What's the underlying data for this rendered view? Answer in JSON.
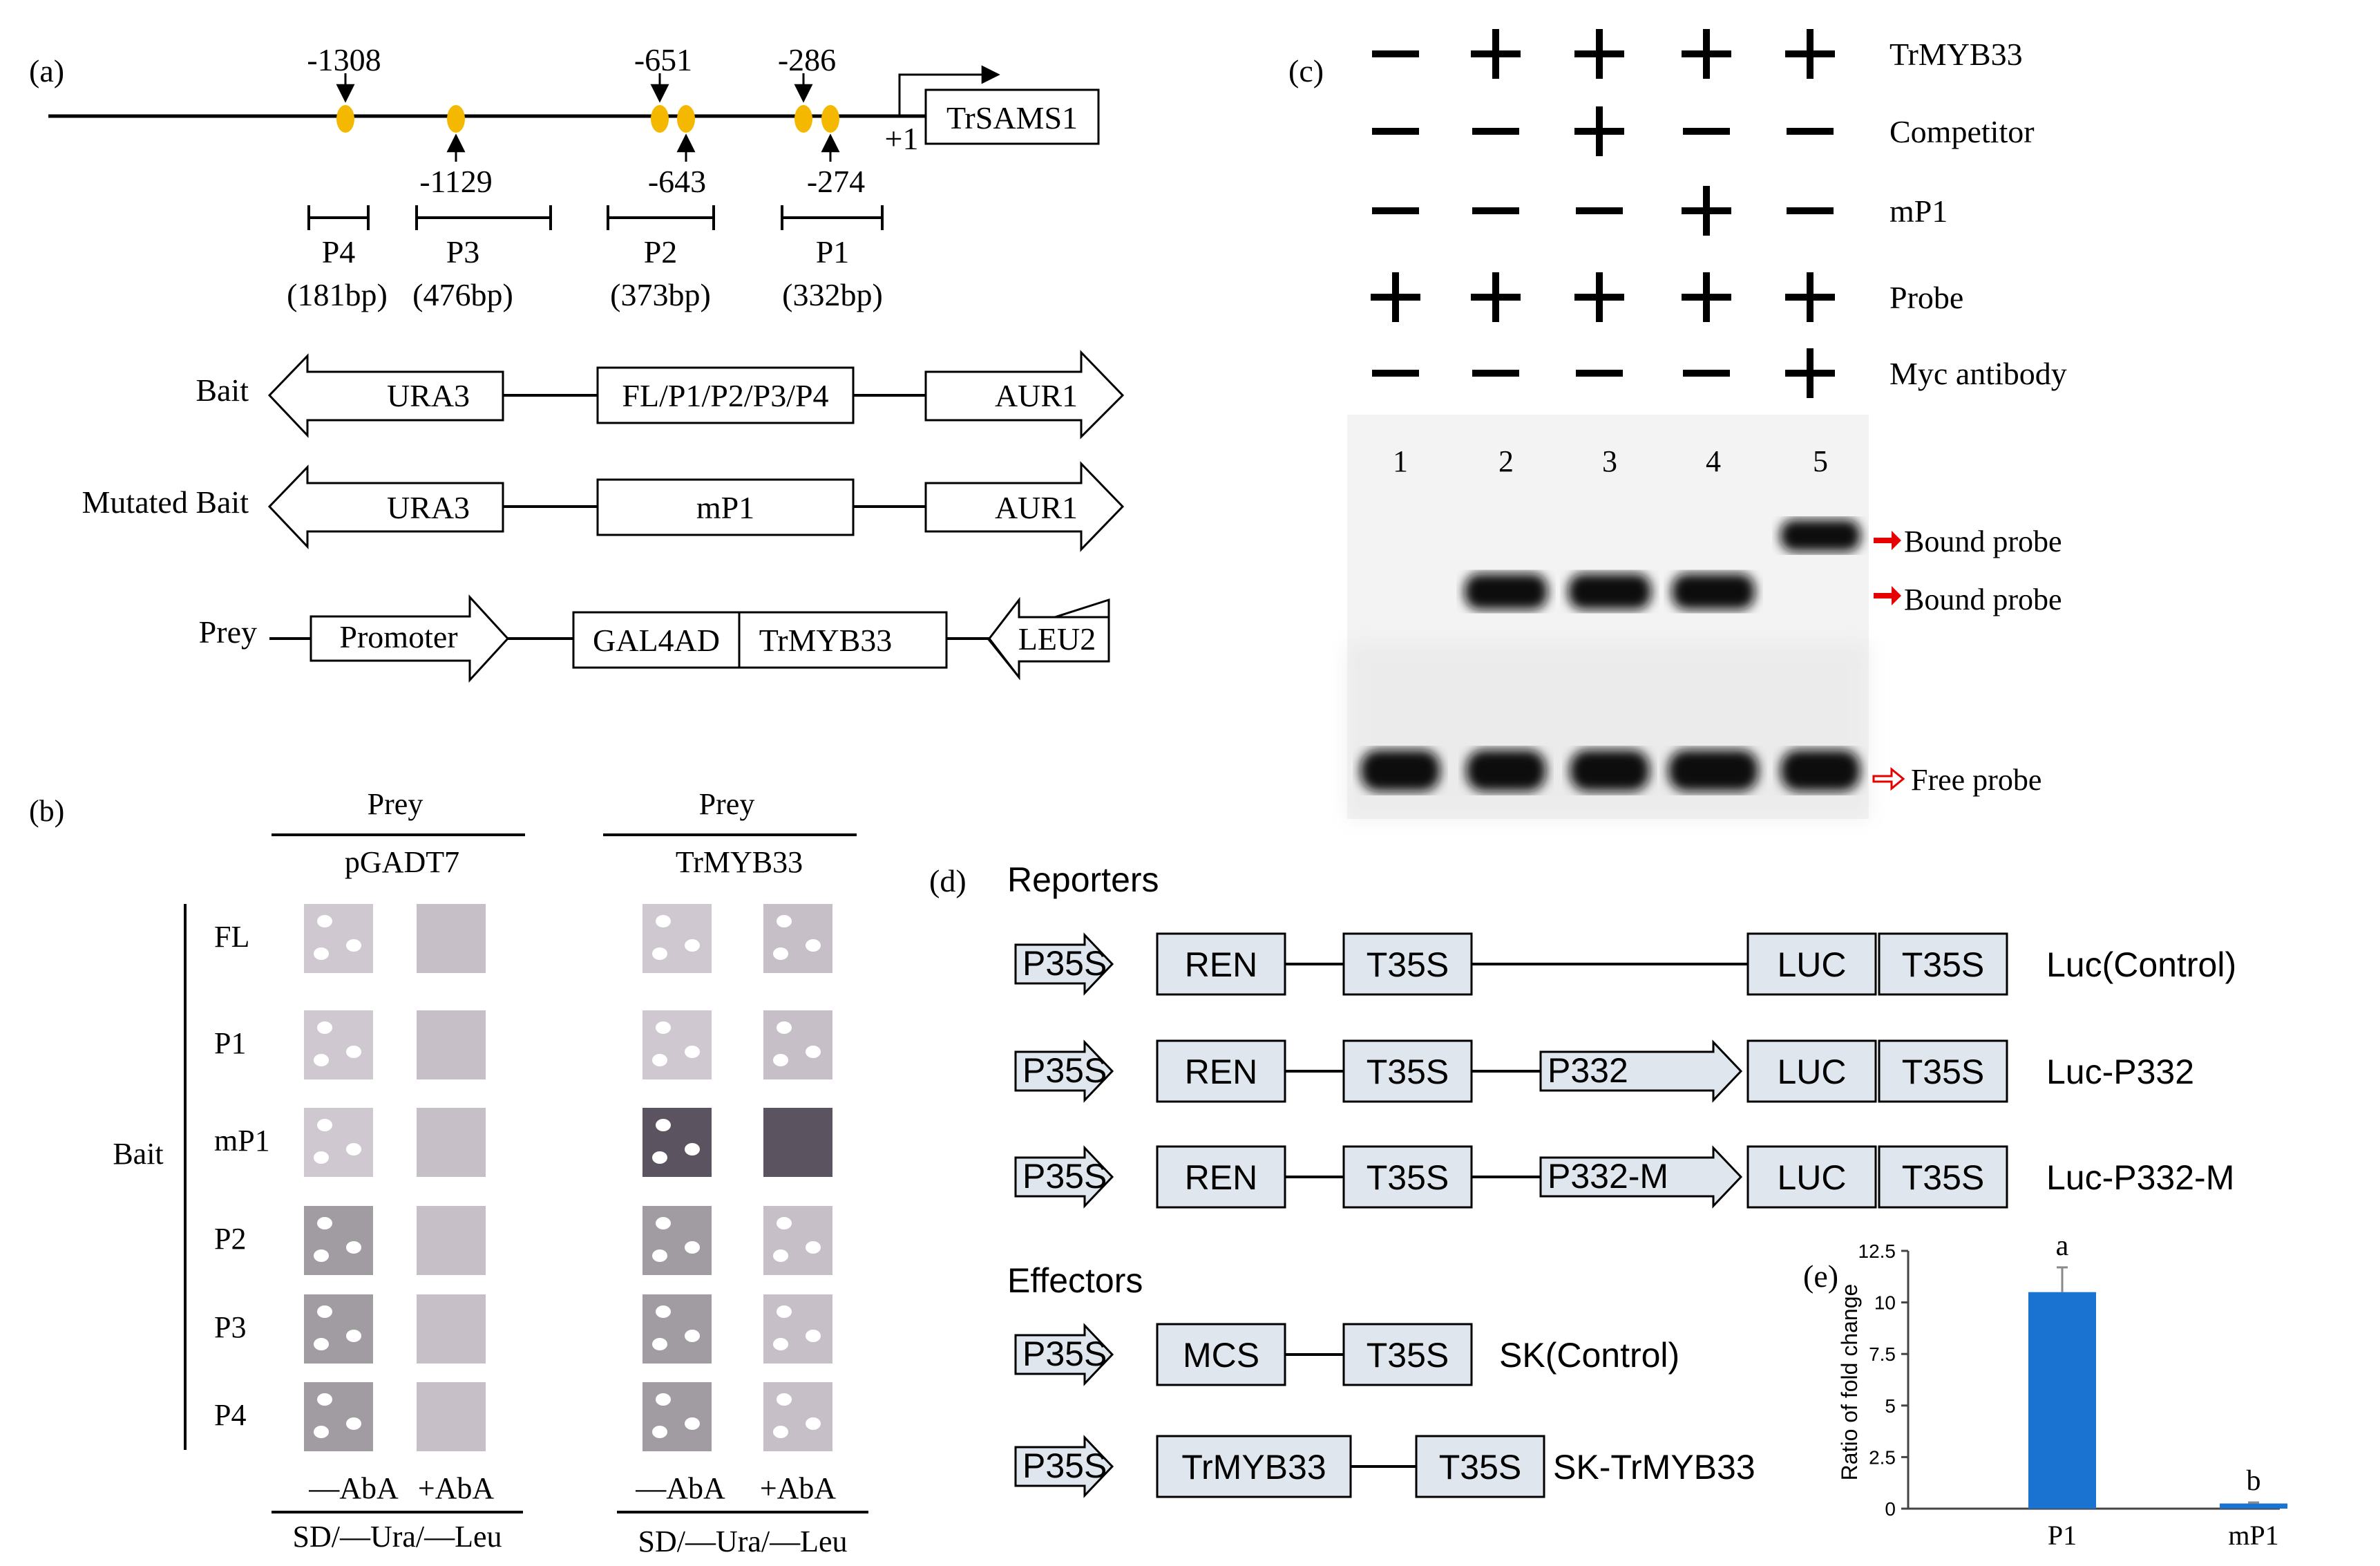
{
  "panel_a": {
    "label": "(a)",
    "gene": "TrSAMS1",
    "tss": "+1",
    "positions_above": [
      "-1308",
      "-651",
      "-286"
    ],
    "positions_below": [
      "-1129",
      "-643",
      "-274"
    ],
    "fragments": [
      {
        "name": "P4",
        "size": "(181bp)"
      },
      {
        "name": "P3",
        "size": "(476bp)"
      },
      {
        "name": "P2",
        "size": "(373bp)"
      },
      {
        "name": "P1",
        "size": "(332bp)"
      }
    ],
    "constructs": {
      "bait": {
        "label": "Bait",
        "left": "URA3",
        "mid": "FL/P1/P2/P3/P4",
        "right": "AUR1"
      },
      "mutated": {
        "label": "Mutated Bait",
        "left": "URA3",
        "mid": "mP1",
        "right": "AUR1"
      },
      "prey": {
        "label": "Prey",
        "promoter": "Promoter",
        "ad": "GAL4AD",
        "gene": "TrMYB33",
        "right": "LEU2"
      }
    },
    "colors": {
      "element": "#f5b800"
    }
  },
  "panel_b": {
    "label": "(b)",
    "prey_label": "Prey",
    "group1": "pGADT7",
    "group2": "TrMYB33",
    "bait_label": "Bait",
    "rows": [
      "FL",
      "P1",
      "mP1",
      "P2",
      "P3",
      "P4"
    ],
    "minus_aba": "—AbA",
    "plus_aba": "+AbA",
    "medium": "SD/—Ura/—Leu"
  },
  "panel_c": {
    "label": "(c)",
    "rows": [
      {
        "name": "TrMYB33",
        "signs": [
          "—",
          "+",
          "+",
          "+",
          "+"
        ]
      },
      {
        "name": "Competitor",
        "signs": [
          "—",
          "—",
          "+",
          "—",
          "—"
        ]
      },
      {
        "name": "mP1",
        "signs": [
          "—",
          "—",
          "—",
          "+",
          "—"
        ]
      },
      {
        "name": "Probe",
        "signs": [
          "+",
          "+",
          "+",
          "+",
          "+"
        ]
      },
      {
        "name": "Myc antibody",
        "signs": [
          "—",
          "—",
          "—",
          "—",
          "+"
        ]
      }
    ],
    "lanes": [
      "1",
      "2",
      "3",
      "4",
      "5"
    ],
    "bound1": "Bound probe",
    "bound2": "Bound probe",
    "free": "Free probe",
    "colors": {
      "arrow": "#e60000"
    }
  },
  "panel_d": {
    "label": "(d)",
    "reporters_title": "Reporters",
    "effectors_title": "Effectors",
    "p35s": "P35S",
    "ren": "REN",
    "t35s": "T35S",
    "luc": "LUC",
    "mcs": "MCS",
    "trmyb": "TrMYB33",
    "p332": "P332",
    "p332m": "P332-M",
    "reporter_names": [
      "Luc(Control)",
      "Luc-P332",
      "Luc-P332-M"
    ],
    "effector_names": [
      "SK(Control)",
      "SK-TrMYB33"
    ],
    "colors": {
      "box": "#dfe6ee"
    }
  },
  "panel_e": {
    "label": "(e)",
    "chart_data": {
      "type": "bar",
      "categories": [
        "P1",
        "mP1"
      ],
      "values": [
        10.5,
        0.25
      ],
      "errors": [
        1.2,
        0.05
      ],
      "letters": [
        "a",
        "b"
      ],
      "ylabel": "Ratio of fold change",
      "ylim": [
        0,
        12.5
      ],
      "yticks": [
        "0",
        "2.5",
        "5",
        "7.5",
        "10",
        "12.5"
      ],
      "color": "#1a73d0"
    }
  }
}
